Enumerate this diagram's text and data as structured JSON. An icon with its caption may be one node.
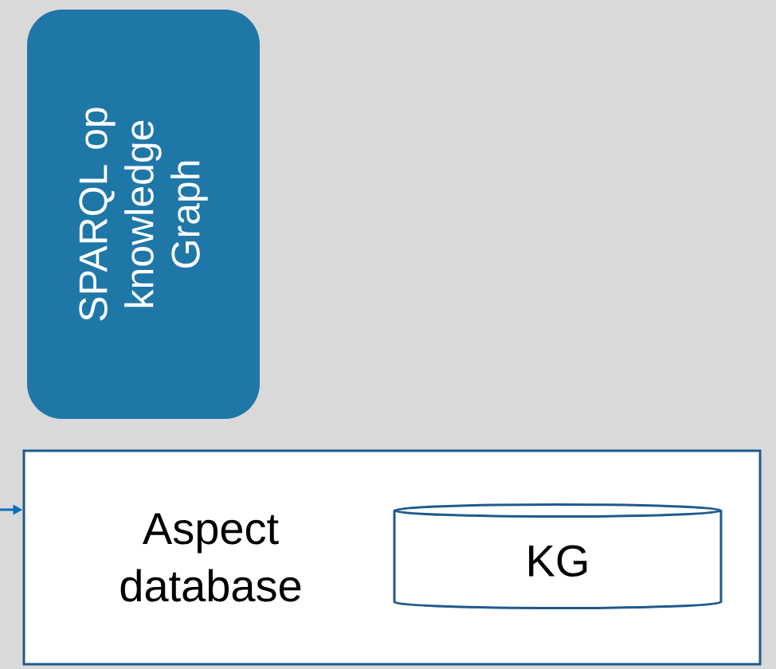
{
  "diagram": {
    "nodes": [
      {
        "text": [
          "SPARQL op knowledge Graph"
        ]
      },
      {
        "text": [
          "Aspect database"
        ]
      },
      {
        "text": [
          "KG"
        ],
        "in": 1
      }
    ],
    "edges": [
      {
        "from": null,
        "to": 1,
        "arrow": "to"
      }
    ]
  }
}
